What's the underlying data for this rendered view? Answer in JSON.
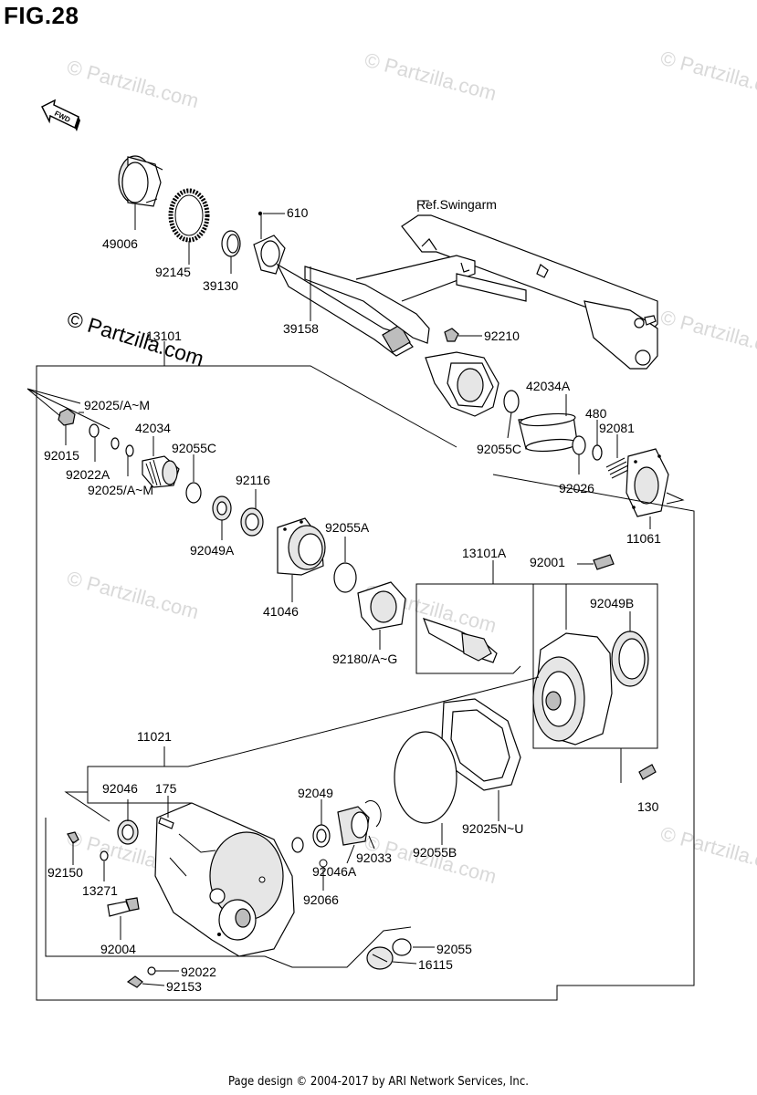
{
  "figure": {
    "title": "FIG.28",
    "fwd_label": "FWD",
    "footer": "Page design © 2004-2017 by ARI Network Services, Inc."
  },
  "watermark": {
    "text": "© Partzilla.com"
  },
  "labels": {
    "p49006": "49006",
    "p92145": "92145",
    "p39130": "39130",
    "p610": "610",
    "ref_swingarm": "Ref.Swingarm",
    "p39158": "39158",
    "p92210": "92210",
    "p13101": "13101",
    "p42034A": "42034A",
    "p480": "480",
    "p92081": "92081",
    "p92025AM_1": "92025/A~M",
    "p42034": "42034",
    "p92055C_1": "92055C",
    "p92055C_2": "92055C",
    "p92015": "92015",
    "p92022A": "92022A",
    "p92025AM_2": "92025/A~M",
    "p92116": "92116",
    "p92026": "92026",
    "p11061": "11061",
    "p92049A": "92049A",
    "p92055A": "92055A",
    "p41046": "41046",
    "p13101A": "13101A",
    "p92001": "92001",
    "p92049B": "92049B",
    "p92180AG": "92180/A~G",
    "p11021": "11021",
    "p92046": "92046",
    "p175": "175",
    "p92049": "92049",
    "p130": "130",
    "p92025NU": "92025N~U",
    "p92150": "92150",
    "p92033": "92033",
    "p92055B": "92055B",
    "p92046A": "92046A",
    "p13271": "13271",
    "p92066": "92066",
    "p92004": "92004",
    "p92055": "92055",
    "p16115": "16115",
    "p92022": "92022",
    "p92153": "92153"
  }
}
